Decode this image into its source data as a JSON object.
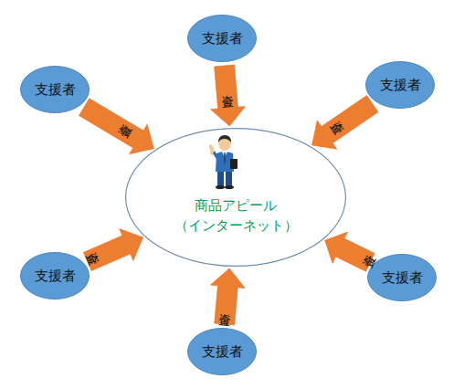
{
  "diagram": {
    "nodes": [
      {
        "text": [
          "支援者"
        ]
      },
      {
        "text": [
          "支援者"
        ]
      },
      {
        "text": [
          "支援者"
        ]
      },
      {
        "text": [
          "商品アピール",
          "（インターネット）"
        ]
      },
      {
        "text": [
          "支援者"
        ]
      },
      {
        "text": [
          "支援者"
        ]
      },
      {
        "text": [
          "支援者"
        ]
      }
    ],
    "edges": [
      {
        "from": 0,
        "to": 3,
        "label": "資金",
        "arrow": "to"
      },
      {
        "from": 1,
        "to": 3,
        "label": "資金",
        "arrow": "to"
      },
      {
        "from": 2,
        "to": 3,
        "label": "資金",
        "arrow": "to"
      },
      {
        "from": 4,
        "to": 3,
        "label": "資金",
        "arrow": "to"
      },
      {
        "from": 5,
        "to": 3,
        "label": "資金",
        "arrow": "to"
      },
      {
        "from": 6,
        "to": 3,
        "label": "資金",
        "arrow": "to"
      }
    ]
  }
}
